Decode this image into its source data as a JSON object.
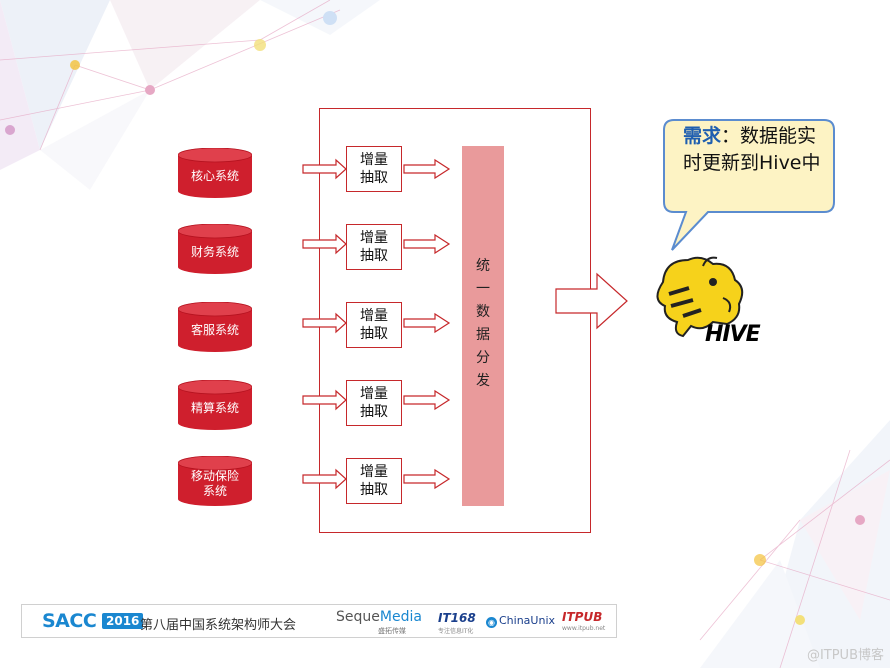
{
  "sources": [
    {
      "label": "核心系统"
    },
    {
      "label": "财务系统"
    },
    {
      "label": "客服系统"
    },
    {
      "label": "精算系统"
    },
    {
      "label": "移动保险\n系统"
    }
  ],
  "extract_label": "增量\n抽取",
  "distribution_label": "统\n一\n数\n据\n分\n发",
  "bubble": {
    "highlight": "需求",
    "sep": "：",
    "text": "数据能实时更新到Hive中"
  },
  "hive_word": "HIVE",
  "footer": {
    "sacc": "SACC",
    "year": "2016",
    "title": "第八届中国系统架构师大会",
    "sequ_a": "Seque",
    "sequ_b": "Media",
    "sequ_sub": "盛拓传媒",
    "it168": "IT168",
    "it168_sub": "专注信息IT化",
    "chinaunix": "ChinaUnix",
    "itpub": "ITPUB",
    "itpub_sub": "www.itpub.net"
  },
  "watermark": "@ITPUB博客",
  "colors": {
    "red": "#c6282b",
    "bar": "#e99a9b",
    "db": "#cf1f2d",
    "bubble_fill": "#fdf3c4",
    "bubble_stroke": "#5b8ccf"
  }
}
